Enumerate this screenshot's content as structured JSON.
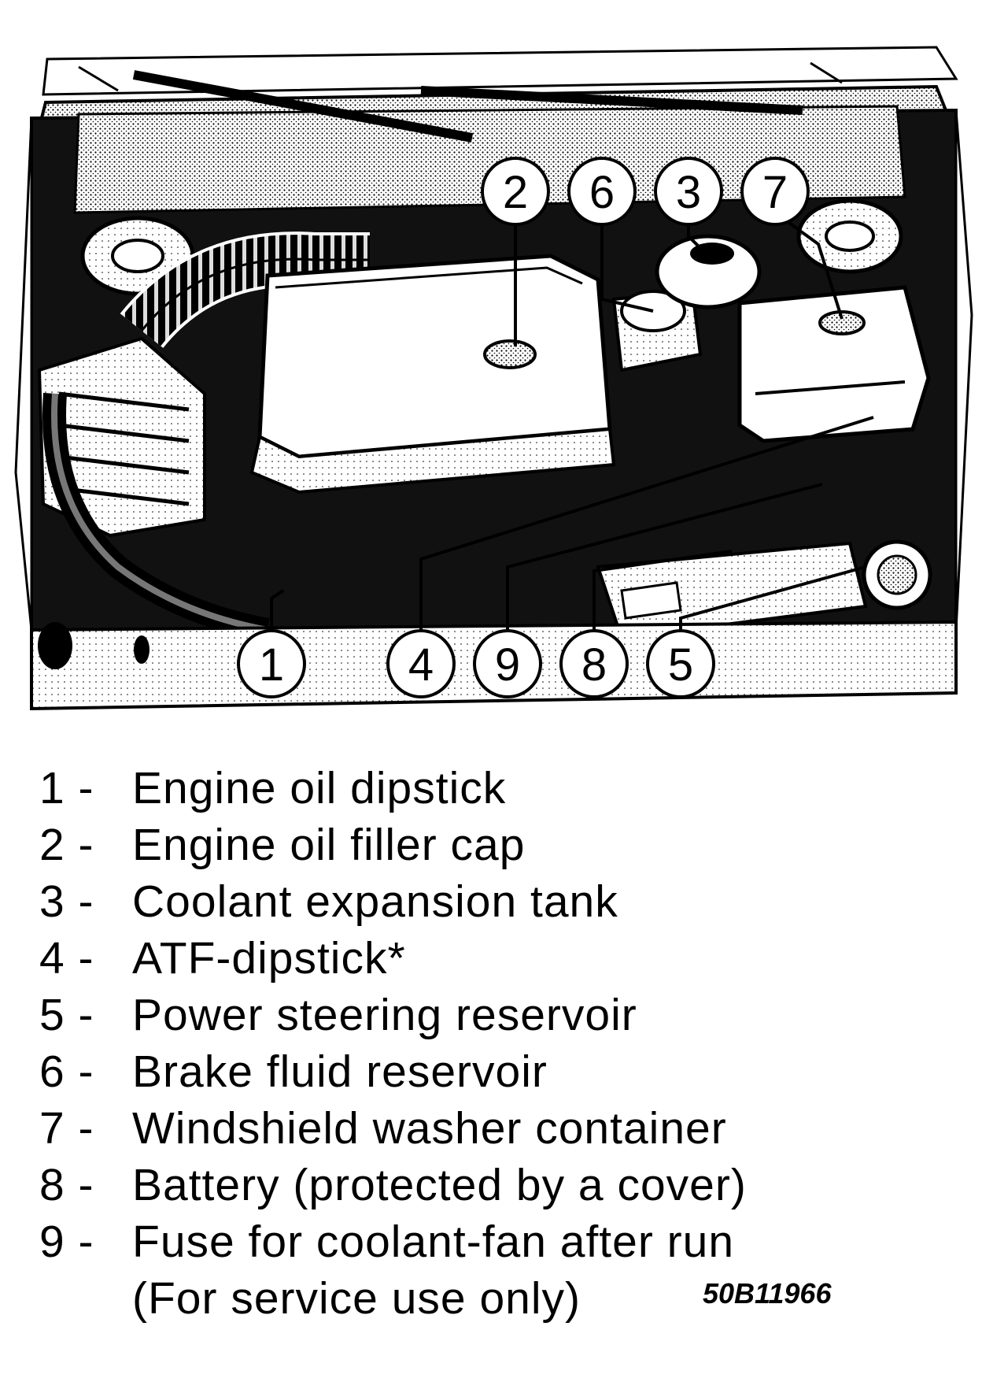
{
  "diagram": {
    "callouts_top": [
      "2",
      "6",
      "3",
      "7"
    ],
    "callouts_bottom": [
      "1",
      "4",
      "9",
      "8",
      "5"
    ]
  },
  "legend": {
    "items": [
      {
        "number": "1 -",
        "text": "Engine oil dipstick"
      },
      {
        "number": "2 -",
        "text": "Engine oil filler cap"
      },
      {
        "number": "3 -",
        "text": "Coolant expansion tank"
      },
      {
        "number": "4 -",
        "text": "ATF-dipstick*"
      },
      {
        "number": "5 -",
        "text": "Power steering reservoir"
      },
      {
        "number": "6 -",
        "text": "Brake fluid reservoir"
      },
      {
        "number": "7 -",
        "text": "Windshield washer container"
      },
      {
        "number": "8 -",
        "text": "Battery (protected by a cover)"
      },
      {
        "number": "9 -",
        "text": "Fuse for coolant-fan after run"
      }
    ],
    "continuation": "(For service use only)"
  },
  "figure_code": "50B11966"
}
